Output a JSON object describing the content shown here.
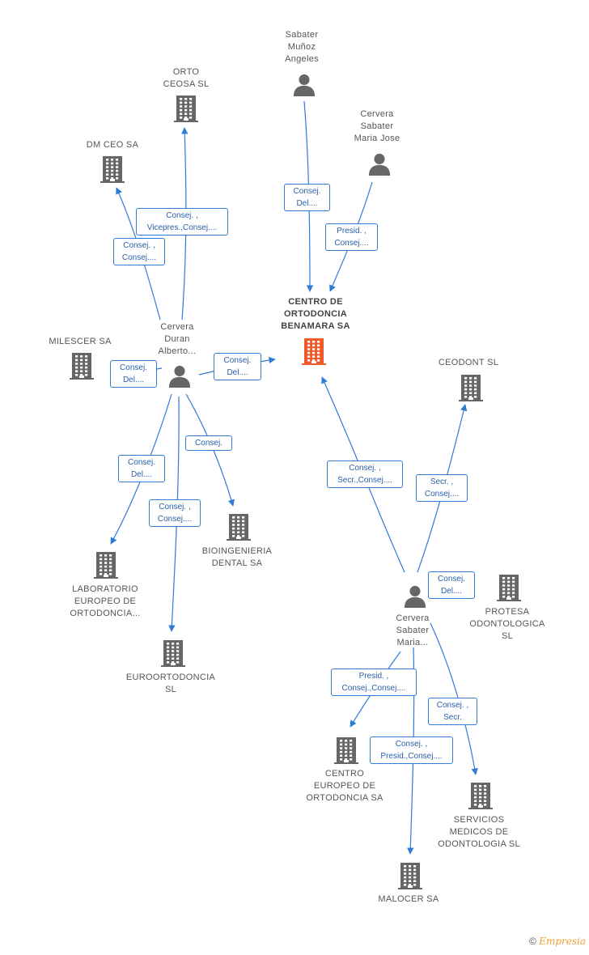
{
  "colors": {
    "edge": "#2f7bd6",
    "node_icon": "#666666",
    "main_icon": "#f05a28",
    "label_border": "#2f7bd6"
  },
  "footer": {
    "copyright": "©",
    "brand": "Empresia"
  },
  "nodes": [
    {
      "id": "orto_ceosa",
      "type": "company",
      "lines": [
        "ORTO",
        "CEOSA  SL"
      ]
    },
    {
      "id": "dm_ceo",
      "type": "company",
      "lines": [
        "DM CEO SA"
      ]
    },
    {
      "id": "milescer",
      "type": "company",
      "lines": [
        "MILESCER SA"
      ]
    },
    {
      "id": "cervera_alberto",
      "type": "person",
      "lines": [
        "Cervera",
        "Duran",
        "Alberto..."
      ]
    },
    {
      "id": "sabater_angeles",
      "type": "person",
      "lines": [
        "Sabater",
        "Muñoz",
        "Angeles"
      ]
    },
    {
      "id": "cervera_mjose",
      "type": "person",
      "lines": [
        "Cervera",
        "Sabater",
        "Maria Jose"
      ]
    },
    {
      "id": "centro_benamara",
      "type": "main",
      "lines": [
        "CENTRO DE",
        "ORTODONCIA",
        "BENAMARA SA"
      ]
    },
    {
      "id": "ceodont",
      "type": "company",
      "lines": [
        "CEODONT  SL"
      ]
    },
    {
      "id": "bioingenieria",
      "type": "company",
      "lines": [
        "BIOINGENIERIA",
        "DENTAL SA"
      ]
    },
    {
      "id": "laboratorio",
      "type": "company",
      "lines": [
        "LABORATORIO",
        "EUROPEO DE",
        "ORTODONCIA..."
      ]
    },
    {
      "id": "euroortodoncia",
      "type": "company",
      "lines": [
        "EUROORTODONCIA",
        "SL"
      ]
    },
    {
      "id": "cervera_maria",
      "type": "person",
      "lines": [
        "Cervera",
        "Sabater",
        "Maria..."
      ]
    },
    {
      "id": "protesa",
      "type": "company",
      "lines": [
        "PROTESA",
        "ODONTOLOGICA",
        "SL"
      ]
    },
    {
      "id": "centro_europeo",
      "type": "company",
      "lines": [
        "CENTRO",
        "EUROPEO DE",
        "ORTODONCIA SA"
      ]
    },
    {
      "id": "servicios",
      "type": "company",
      "lines": [
        "SERVICIOS",
        "MEDICOS DE",
        "ODONTOLOGIA SL"
      ]
    },
    {
      "id": "malocer",
      "type": "company",
      "lines": [
        "MALOCER SA"
      ]
    }
  ],
  "relations": [
    {
      "id": "r_orto",
      "lines": [
        "Consej. ,",
        "Vicepres.,Consej...."
      ]
    },
    {
      "id": "r_dm",
      "lines": [
        "Consej. ,",
        "Consej...."
      ]
    },
    {
      "id": "r_angeles",
      "lines": [
        "Consej.",
        "Del...."
      ]
    },
    {
      "id": "r_mjose",
      "lines": [
        "Presid. ,",
        "Consej...."
      ]
    },
    {
      "id": "r_milescer",
      "lines": [
        "Consej.",
        "Del...."
      ]
    },
    {
      "id": "r_alberto_main",
      "lines": [
        "Consej.",
        "Del...."
      ]
    },
    {
      "id": "r_bio",
      "lines": [
        "Consej."
      ]
    },
    {
      "id": "r_lab",
      "lines": [
        "Consej.",
        "Del...."
      ]
    },
    {
      "id": "r_euro",
      "lines": [
        "Consej. ,",
        "Consej...."
      ]
    },
    {
      "id": "r_maria_main",
      "lines": [
        "Consej. ,",
        "Secr.,Consej...."
      ]
    },
    {
      "id": "r_ceodont",
      "lines": [
        "Secr. ,",
        "Consej...."
      ]
    },
    {
      "id": "r_protesa",
      "lines": [
        "Consej.",
        "Del...."
      ]
    },
    {
      "id": "r_centro_eu",
      "lines": [
        "Presid. ,",
        "Consej.,Consej...."
      ]
    },
    {
      "id": "r_servicios",
      "lines": [
        "Consej. ,",
        "Secr."
      ]
    },
    {
      "id": "r_malocer",
      "lines": [
        "Consej. ,",
        "Presid.,Consej...."
      ]
    }
  ]
}
